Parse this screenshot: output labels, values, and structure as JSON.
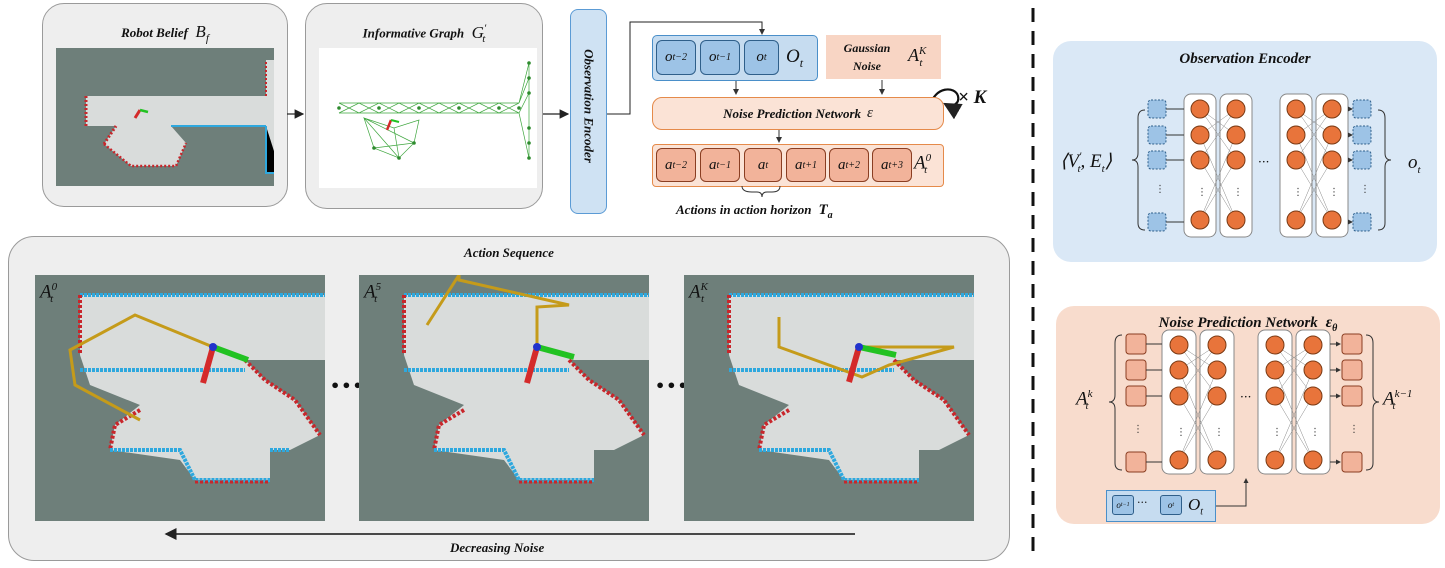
{
  "robot_belief": {
    "title": "Robot Belief",
    "symbol": "B",
    "sub": "f"
  },
  "informative_graph": {
    "title": "Informative Graph",
    "symbol": "G",
    "prime": "′",
    "sub": "t"
  },
  "observation_encoder_bar": {
    "label": "Observation Encoder"
  },
  "obs_cells": [
    {
      "base": "o",
      "sub": "t−2"
    },
    {
      "base": "o",
      "sub": "t−1"
    },
    {
      "base": "o",
      "sub": "t"
    }
  ],
  "obs_symbol": {
    "base": "O",
    "sub": "t"
  },
  "gaussian_noise": {
    "line1": "Gaussian",
    "line2": "Noise",
    "base": "A",
    "sub": "t",
    "sup": "K"
  },
  "noise_network": {
    "label": "Noise Prediction Network",
    "symbol": "ε"
  },
  "repeat_label": "× K",
  "action_cells": [
    {
      "base": "a",
      "sub": "t−2"
    },
    {
      "base": "a",
      "sub": "t−1"
    },
    {
      "base": "a",
      "sub": "t"
    },
    {
      "base": "a",
      "sub": "t+1"
    },
    {
      "base": "a",
      "sub": "t+2"
    },
    {
      "base": "a",
      "sub": "t+3"
    }
  ],
  "action_symbol": {
    "base": "A",
    "sub": "t",
    "sup": "0"
  },
  "action_horizon": {
    "label": "Actions in action horizon",
    "symbol": "T",
    "sub": "a"
  },
  "action_sequence": {
    "title": "Action Sequence",
    "frames": [
      {
        "base": "A",
        "sub": "t",
        "sup": "0"
      },
      {
        "base": "A",
        "sub": "t",
        "sup": "5"
      },
      {
        "base": "A",
        "sub": "t",
        "sup": "K"
      }
    ],
    "ellipsis": "•••",
    "bottom_label": "Decreasing Noise"
  },
  "encoder_detail": {
    "title": "Observation Encoder",
    "input": "⟨V′t , Et⟩",
    "input_parts": {
      "open": "⟨",
      "v": "V",
      "vprime": "′",
      "vsub": "t",
      "comma": ",",
      "e": "E",
      "esub": "t",
      "close": "⟩"
    },
    "output": {
      "base": "o",
      "sub": "t"
    },
    "dots": "···"
  },
  "npn_detail": {
    "title": "Noise Prediction Network",
    "title_symbol": "ε",
    "title_sub": "θ",
    "input": {
      "base": "A",
      "sub": "t",
      "sup": "k"
    },
    "output": {
      "base": "A",
      "sub": "t",
      "sup": "k−1"
    },
    "dots": "···",
    "cond": {
      "cell1": {
        "base": "o",
        "sub": "t−1"
      },
      "dots": "···",
      "cell2": {
        "base": "o",
        "sub": "t"
      },
      "symbol": {
        "base": "O",
        "sub": "t"
      }
    }
  },
  "colors": {
    "map_bg": "#6e7f7a",
    "free_space": "#d9dcdb",
    "frontier_red": "#c8262b",
    "wall_blue": "#2ea8de",
    "path_gold": "#c59b1a",
    "neuron_orange": "#e8743b",
    "encoder_blue": "#dae8f6",
    "npn_peach": "#f8dccd",
    "graph_green": "#3ea63e"
  }
}
